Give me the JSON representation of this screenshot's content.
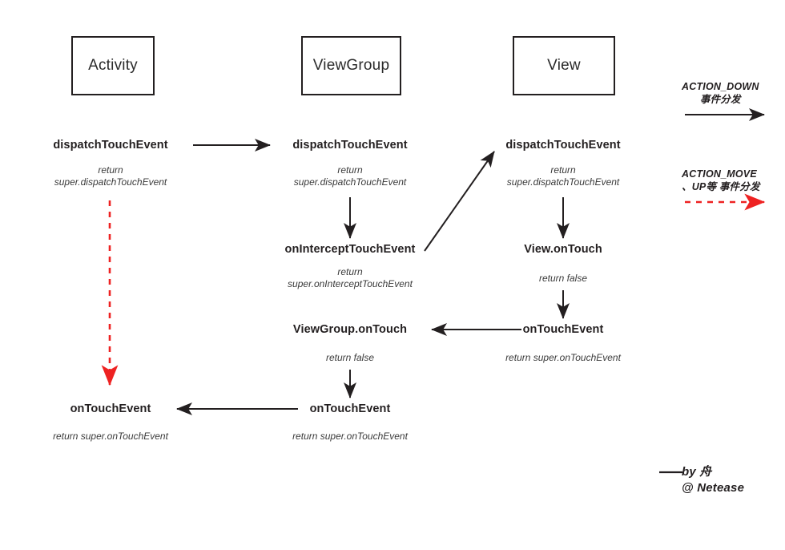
{
  "diagram": {
    "title": "Android Touch Event Dispatch Flow",
    "colors": {
      "stroke": "#231f20",
      "accent_red": "#ee2222",
      "background": "#ffffff"
    },
    "columns": [
      {
        "id": "activity",
        "box_label": "Activity"
      },
      {
        "id": "viewgroup",
        "box_label": "ViewGroup"
      },
      {
        "id": "view",
        "box_label": "View"
      }
    ],
    "nodes": {
      "activity_dispatch": "dispatchTouchEvent",
      "activity_dispatch_return_1": "return",
      "activity_dispatch_return_2": "super.dispatchTouchEvent",
      "activity_ontouchevent": "onTouchEvent",
      "activity_ontouchevent_return": "return super.onTouchEvent",
      "viewgroup_dispatch": "dispatchTouchEvent",
      "viewgroup_dispatch_return_1": "return",
      "viewgroup_dispatch_return_2": "super.dispatchTouchEvent",
      "viewgroup_intercept": "onInterceptTouchEvent",
      "viewgroup_intercept_return_1": "return",
      "viewgroup_intercept_return_2": "super.onInterceptTouchEvent",
      "viewgroup_ontouch": "ViewGroup.onTouch",
      "viewgroup_ontouch_return": "return false",
      "viewgroup_ontouchevent": "onTouchEvent",
      "viewgroup_ontouchevent_return": "return super.onTouchEvent",
      "view_dispatch": "dispatchTouchEvent",
      "view_dispatch_return_1": "return",
      "view_dispatch_return_2": "super.dispatchTouchEvent",
      "view_ontouch": "View.onTouch",
      "view_ontouch_return": "return false",
      "view_ontouchevent": "onTouchEvent",
      "view_ontouchevent_return": "return super.onTouchEvent"
    },
    "legend": [
      {
        "id": "action-down",
        "line1": "ACTION_DOWN",
        "line2": "事件分发",
        "arrow_style": "solid",
        "arrow_color": "#231f20"
      },
      {
        "id": "action-move-up",
        "line1": "ACTION_MOVE",
        "line2": "、UP等 事件分发",
        "arrow_style": "dashed",
        "arrow_color": "#ee2222"
      }
    ],
    "signature": {
      "line1": "——by 舟",
      "line2": "@ Netease"
    }
  }
}
